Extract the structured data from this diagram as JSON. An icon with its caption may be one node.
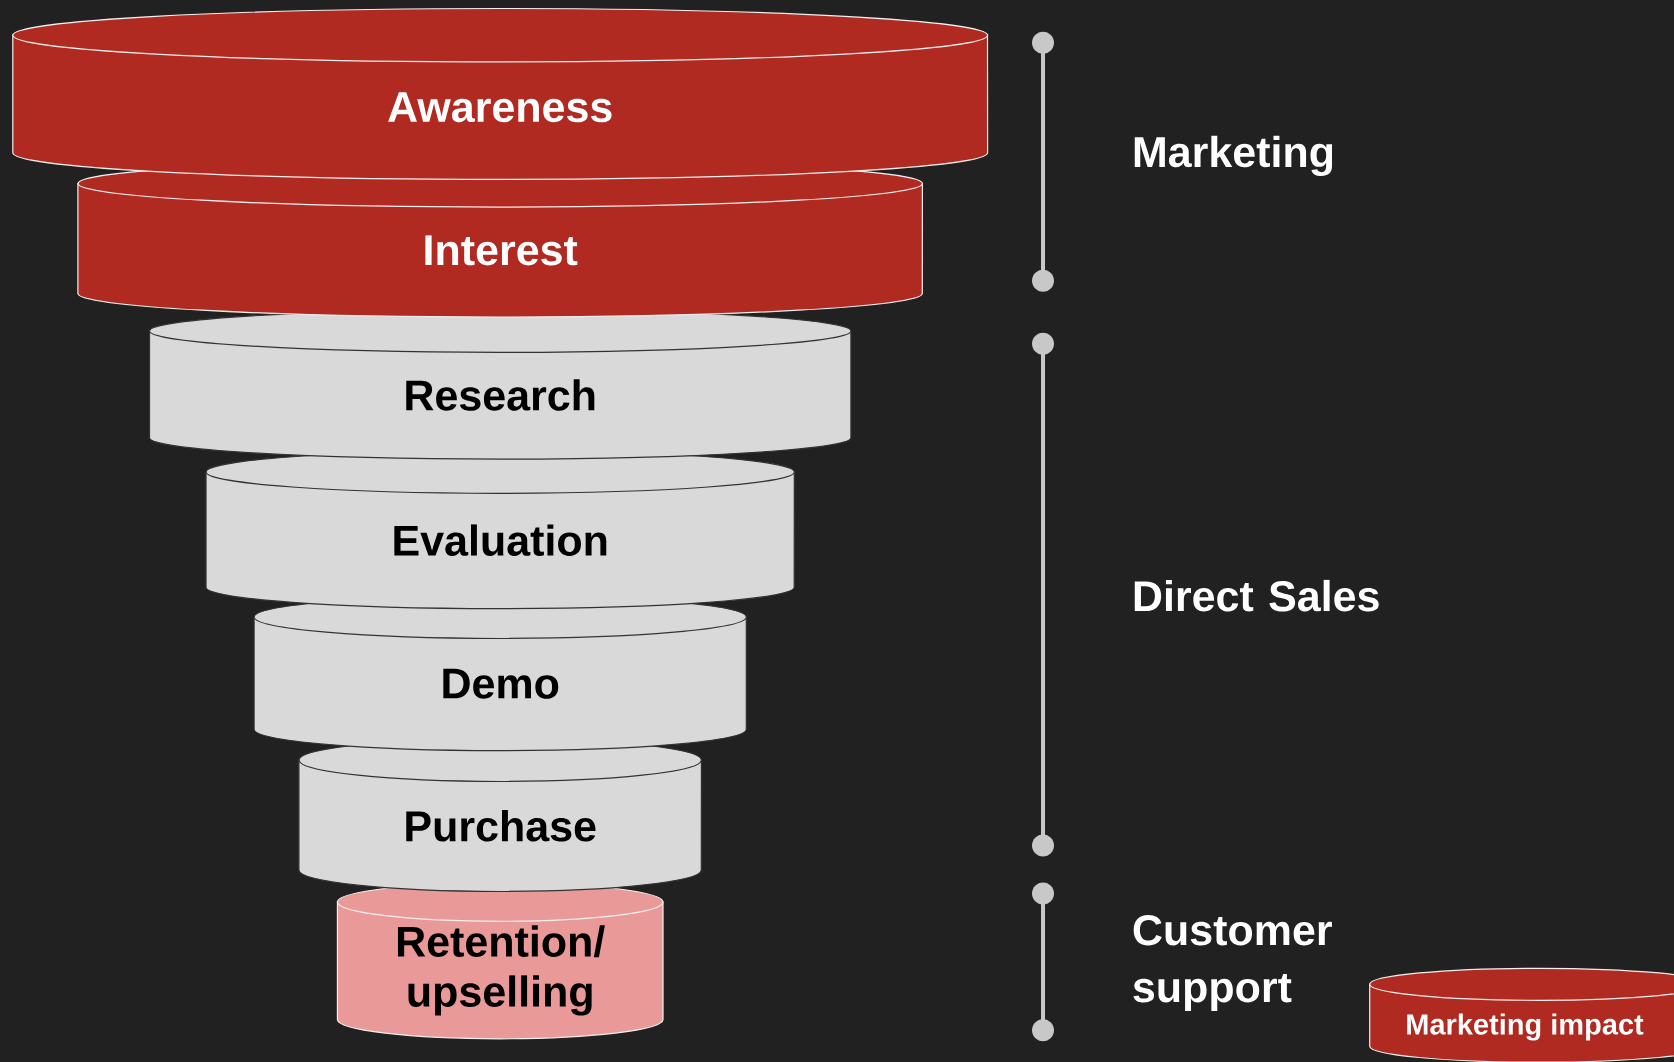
{
  "diagram": {
    "nodes": [
      {
        "text": [
          "Awareness"
        ]
      },
      {
        "text": [
          "Interest"
        ]
      },
      {
        "text": [
          "Research"
        ]
      },
      {
        "text": [
          "Evaluation"
        ]
      },
      {
        "text": [
          "Demo"
        ]
      },
      {
        "text": [
          "Purchase"
        ]
      },
      {
        "text": [
          "Retention/ upselling"
        ]
      }
    ],
    "labels": [
      "Marketing",
      "Direct Sales",
      "Customer support"
    ],
    "legend": [
      {
        "text": "Marketing impact",
        "color": "#b02a22"
      }
    ]
  }
}
